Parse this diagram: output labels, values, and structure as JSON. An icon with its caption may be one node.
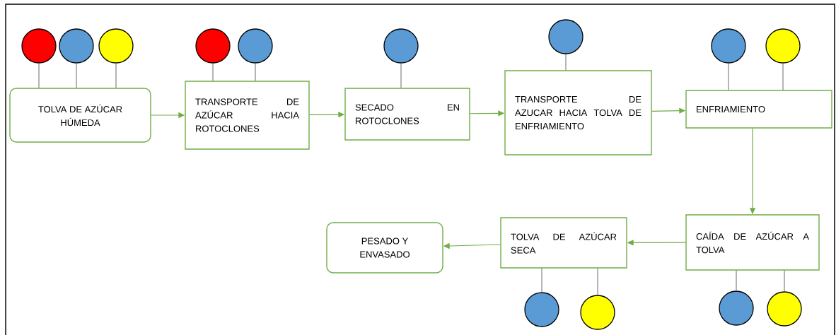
{
  "diagram": {
    "nodes": [
      {
        "text": [
          "TOLVA DE AZÚCAR HÚMEDA"
        ]
      },
      {
        "text": [
          "TRANSPORTE DE AZÚCAR HACIA ROTOCLONES"
        ]
      },
      {
        "text": [
          "SECADO EN ROTOCLONES"
        ]
      },
      {
        "text": [
          "TRANSPORTE DE AZUCAR HACIA TOLVA DE ENFRIAMIENTO"
        ]
      },
      {
        "text": [
          "ENFRIAMIENTO"
        ]
      },
      {
        "text": [
          "CAÍDA DE AZÚCAR A TOLVA"
        ]
      },
      {
        "text": [
          "TOLVA DE AZÚCAR SECA"
        ]
      },
      {
        "text": [
          "PESADO Y ENVASADO"
        ]
      },
      {
        "text": [],
        "shape": "circle"
      },
      {
        "text": [],
        "shape": "circle"
      },
      {
        "text": [],
        "shape": "circle"
      },
      {
        "text": [],
        "shape": "circle"
      },
      {
        "text": [],
        "shape": "circle"
      },
      {
        "text": [],
        "shape": "circle"
      },
      {
        "text": [],
        "shape": "circle"
      },
      {
        "text": [],
        "shape": "circle"
      },
      {
        "text": [],
        "shape": "circle"
      },
      {
        "text": [],
        "shape": "circle"
      },
      {
        "text": [],
        "shape": "circle"
      },
      {
        "text": [],
        "shape": "circle"
      },
      {
        "text": [],
        "shape": "circle"
      }
    ],
    "edges": [
      {
        "from": 0,
        "to": 1,
        "arrow": "to",
        "color": "#70ad47"
      },
      {
        "from": 1,
        "to": 2,
        "arrow": "to",
        "color": "#70ad47"
      },
      {
        "from": 2,
        "to": 3,
        "arrow": "to",
        "color": "#70ad47"
      },
      {
        "from": 3,
        "to": 4,
        "arrow": "to",
        "color": "#70ad47"
      },
      {
        "from": 4,
        "to": 5,
        "arrow": "to",
        "color": "#70ad47"
      },
      {
        "from": 5,
        "to": 6,
        "arrow": "to",
        "color": "#70ad47"
      },
      {
        "from": 6,
        "to": 7,
        "arrow": "to",
        "color": "#70ad47"
      },
      {
        "from": 8,
        "to": 0,
        "arrow": "none"
      },
      {
        "from": 9,
        "to": 0,
        "arrow": "none"
      },
      {
        "from": 10,
        "to": 0,
        "arrow": "none"
      },
      {
        "from": 11,
        "to": 1,
        "arrow": "none"
      },
      {
        "from": 12,
        "to": 1,
        "arrow": "none"
      },
      {
        "from": 13,
        "to": 2,
        "arrow": "none"
      },
      {
        "from": 14,
        "to": 3,
        "arrow": "none"
      },
      {
        "from": 15,
        "to": 4,
        "arrow": "none"
      },
      {
        "from": 16,
        "to": 4,
        "arrow": "none"
      },
      {
        "from": 17,
        "to": 6,
        "arrow": "none"
      },
      {
        "from": 18,
        "to": 6,
        "arrow": "none"
      },
      {
        "from": 19,
        "to": 5,
        "arrow": "none"
      },
      {
        "from": 20,
        "to": 5,
        "arrow": "none"
      }
    ]
  }
}
